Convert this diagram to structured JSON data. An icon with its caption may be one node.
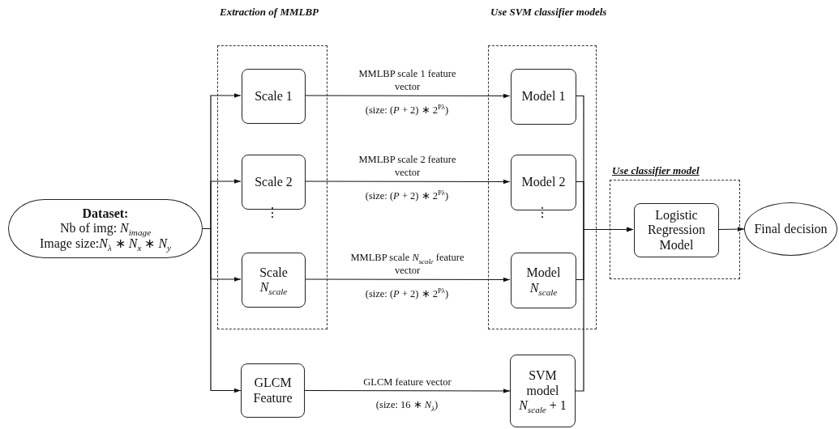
{
  "diagram": {
    "nodes": [
      {
        "text": [
          "Dataset:",
          "Nb of img: *N*$_{image}$",
          "Image size:*N*$_{λ}$ ∗ *N*$_{x}$ ∗ *N*$_{y}$"
        ]
      },
      {
        "text": [
          "Extraction of MMLBP"
        ]
      },
      {
        "text": [
          "Scale 1"
        ],
        "in": 1
      },
      {
        "text": [
          "Scale 2"
        ],
        "in": 1
      },
      {
        "text": [
          "Scale *N*$_{scale}$"
        ],
        "in": 1
      },
      {
        "text": [
          "GLCM Feature"
        ]
      },
      {
        "text": [
          "Use SVM classifier models"
        ]
      },
      {
        "text": [
          "Model 1"
        ],
        "in": 6
      },
      {
        "text": [
          "Model 2"
        ],
        "in": 6
      },
      {
        "text": [
          "Model *N*$_{scale}$"
        ],
        "in": 6
      },
      {
        "text": [
          "SVM model *N*$_{scale}$ + 1"
        ]
      },
      {
        "text": [
          "Use classifier model"
        ]
      },
      {
        "text": [
          "Logistic Regression Model"
        ],
        "in": 11
      },
      {
        "text": [
          "Final decision"
        ]
      }
    ],
    "edges": [
      {
        "from": 0,
        "to": 2,
        "arrow": "to"
      },
      {
        "from": 0,
        "to": 3,
        "arrow": "to"
      },
      {
        "from": 0,
        "to": 4,
        "arrow": "to"
      },
      {
        "from": 0,
        "to": 5,
        "arrow": "to"
      },
      {
        "from": 2,
        "to": 7,
        "arrow": "to",
        "label": "MMLBP scale 1 feature vector"
      },
      {
        "from": 3,
        "to": 8,
        "arrow": "to",
        "label": "MMLBP scale 2 feature vector"
      },
      {
        "from": 4,
        "to": 9,
        "arrow": "to",
        "label": "MMLBP scale *N*$_{scale}$ feature vector"
      },
      {
        "from": 5,
        "to": 10,
        "arrow": "to",
        "label": "GLCM feature vector"
      },
      {
        "from": 7,
        "to": 12,
        "arrow": "to"
      },
      {
        "from": 8,
        "to": 12,
        "arrow": "to"
      },
      {
        "from": 9,
        "to": 12,
        "arrow": "to"
      },
      {
        "from": 10,
        "to": 12,
        "arrow": "to"
      },
      {
        "from": 12,
        "to": 13,
        "arrow": "to"
      }
    ],
    "labels": [
      "(size: (*P* + 2) ∗ 2$^{Pλ}$)",
      "(size: (*P* + 2) ∗ 2$^{Pλ}$)",
      "⋮",
      "⋮",
      "(size: (*P* + 2) ∗ 2$^{Pλ}$)",
      "(size: 16 ∗ *N*$_{λ}$)"
    ]
  }
}
